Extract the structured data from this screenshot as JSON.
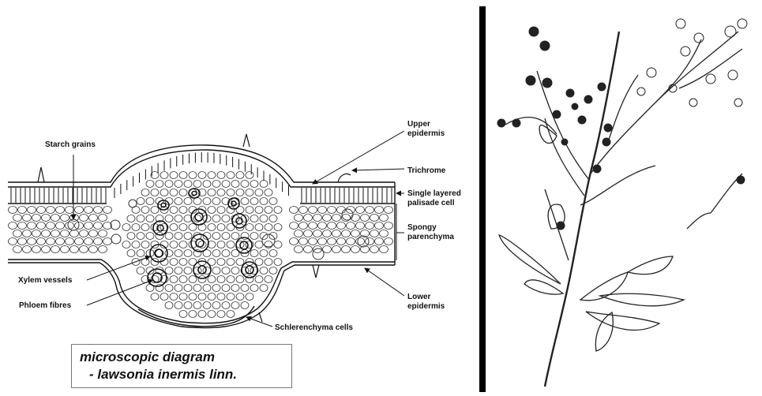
{
  "cross_section": {
    "labels": {
      "starch_grains": "Starch grains",
      "upper_epidermis_1": "Upper",
      "upper_epidermis_2": "epidermis",
      "trichome": "Trichrome",
      "palisade_1": "Single layered",
      "palisade_2": "palisade cell",
      "spongy_1": "Spongy",
      "spongy_2": "parenchyma",
      "xylem": "Xylem vessels",
      "phloem": "Phloem fibres",
      "lower_epidermis_1": "Lower",
      "lower_epidermis_2": "epidermis",
      "sclerenchyma": "Schlerenchyma cells"
    }
  },
  "caption": {
    "line1": "microscopic diagram",
    "line2": "- lawsonia inermis linn."
  }
}
